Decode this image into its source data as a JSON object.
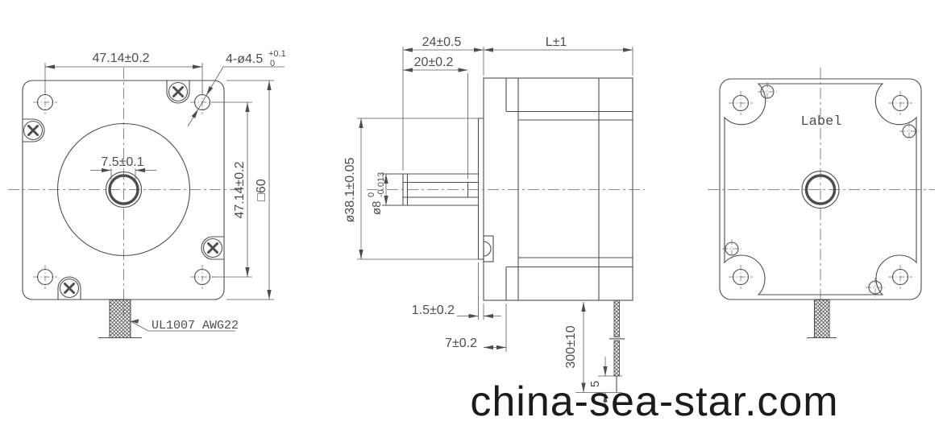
{
  "drawing": {
    "front_view": {
      "dim_hole_pitch_horizontal": "47.14±0.2",
      "dim_hole_pitch_vertical": "47.14±0.2",
      "dim_frame_size": "□60",
      "dim_shaft_flat_width": "7.5±0.1",
      "mount_holes_callout": "4-ø4.5",
      "mount_holes_tol_upper": "+0.1",
      "mount_holes_tol_lower": "0",
      "lead_wire_label": "UL1007 AWG22"
    },
    "side_view": {
      "dim_shaft_length": "24±0.5",
      "dim_shaft_flat_length": "20±0.2",
      "dim_body_length": "L±1",
      "dim_pilot_diameter": "ø38.1±0.05",
      "dim_shaft_diameter": "ø8",
      "dim_shaft_diameter_tol_upper": "0",
      "dim_shaft_diameter_tol_lower": "-0.013",
      "dim_pilot_height": "1.5±0.2",
      "dim_front_endbell": "7±0.2",
      "dim_lead_length": "300±10",
      "dim_lead_tip": "5"
    },
    "rear_view": {
      "nameplate": "Label"
    },
    "watermark": "china-sea-star.com",
    "colors": {
      "line": "#4d4d4d",
      "watermark": "#1b1b1b",
      "background": "#ffffff"
    }
  }
}
